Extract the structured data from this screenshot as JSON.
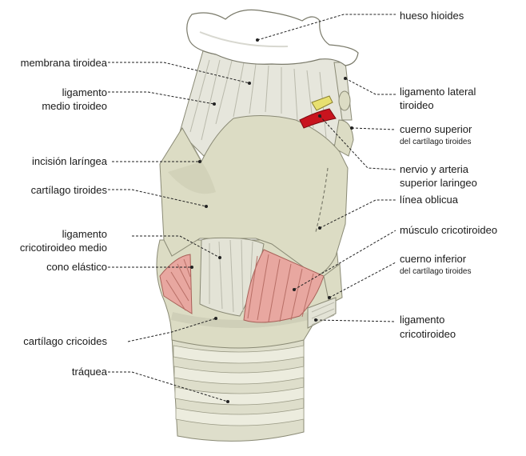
{
  "labels": {
    "hueso_hioides": "hueso hioides",
    "membrana_tiroidea": "membrana tiroidea",
    "ligamento_medio_tiroideo_1": "ligamento",
    "ligamento_medio_tiroideo_2": "medio tiroideo",
    "ligamento_lateral_tiroideo_1": "ligamento lateral",
    "ligamento_lateral_tiroideo_2": "tiroideo",
    "cuerno_superior_1": "cuerno superior",
    "cuerno_superior_2": "del cartílago tiroides",
    "incision_laringea": "incisión laríngea",
    "nervio_arteria_1": "nervio y arteria",
    "nervio_arteria_2": "superior laringeo",
    "cartilago_tiroides": "cartílago tiroides",
    "linea_oblicua": "línea oblicua",
    "ligamento_cricotiroideo_medio_1": "ligamento",
    "ligamento_cricotiroideo_medio_2": "cricotiroideo medio",
    "musculo_cricotiroideo": "músculo cricotiroideo",
    "cono_elastico": "cono elástico",
    "cuerno_inferior_1": "cuerno inferior",
    "cuerno_inferior_2": "del cartílago tiroides",
    "cartilago_cricoides": "cartílago cricoides",
    "ligamento_cricotiroideo_1": "ligamento",
    "ligamento_cricotiroideo_2": "cricotiroideo",
    "traquea": "tráquea"
  },
  "colors": {
    "cartilage": "#dcdcc4",
    "cartilage_dark": "#bcbca4",
    "membrane": "#e6e6dc",
    "bone": "#ffffff",
    "muscle": "#e8a7a0",
    "artery": "#c8141e",
    "nerve": "#e8e070"
  }
}
